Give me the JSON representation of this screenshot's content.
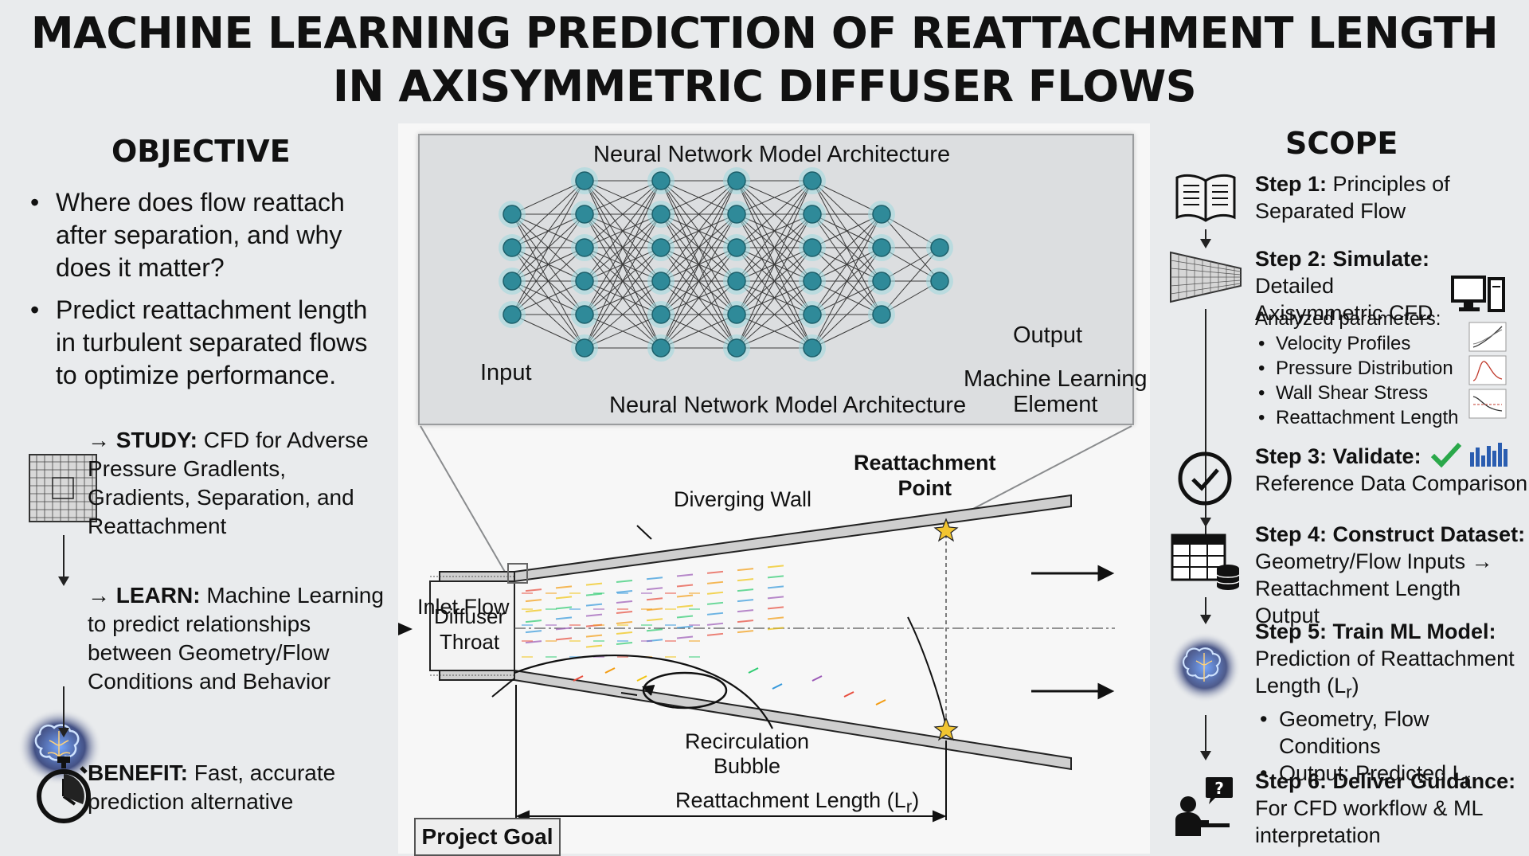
{
  "title": {
    "line1": "MACHINE LEARNING PREDICTION OF REATTACHMENT LENGTH",
    "line2": "IN AXISYMMETRIC DIFFUSER FLOWS"
  },
  "objective": {
    "heading": "OBJECTIVE",
    "bullets": [
      "Where does flow reattach after separation, and why does it matter?",
      "Predict reattachment length in turbulent separated flows to optimize performance."
    ],
    "stages": [
      {
        "label": "STUDY:",
        "text": "CFD for Adverse Pressure Gradlents, Gradients, Separation, and Reattachment",
        "arrow": "→"
      },
      {
        "label": "LEARN:",
        "text": "Machine Learning to predict relationships between Geometry/Flow Conditions and Behavior",
        "arrow": "→"
      },
      {
        "label": "BENEFIT:",
        "text": "Fast, accurate prediction alternative"
      }
    ],
    "icons": [
      "cfd-mesh-icon",
      "brain-icon",
      "stopwatch-icon"
    ]
  },
  "neural_network": {
    "title": "Neural Network Model Architecture",
    "caption": "Neural Network Model Architecture",
    "input_label": "Input",
    "output_label": "Output",
    "ml_element_line1": "Machine Learning",
    "ml_element_line2": "Element",
    "layer_sizes": [
      4,
      6,
      6,
      6,
      6,
      4,
      2
    ]
  },
  "diffuser": {
    "inlet_flow": "Inlet Flow",
    "throat_line1": "Diffuser",
    "throat_line2": "Throat",
    "diverging_wall": "Diverging Wall",
    "reattach_line1": "Reattachment",
    "reattach_line2": "Point",
    "recirc_line1": "Recirculation",
    "recirc_line2": "Bubble",
    "reattach_length_prefix": "Reattachment Length (L",
    "reattach_length_sub": "r",
    "reattach_length_suffix": ")",
    "project_goal": "Project Goal"
  },
  "scope": {
    "heading": "SCOPE",
    "steps": [
      {
        "label": "Step 1:",
        "text": "Principles of Separated Flow",
        "icon": "book-icon"
      },
      {
        "label": "Step 2: Simulate:",
        "text": "Detailed Axisymmetric CFD",
        "icon": "mesh-icon",
        "params_heading": "Analyzed parameters:",
        "params": [
          "Velocity Profiles",
          "Pressure Distribution",
          "Wall Shear Stress",
          "Reattachment Length"
        ]
      },
      {
        "label": "Step 3: Validate:",
        "text": "Reference Data Comparison",
        "icon": "checkmark-circle-icon"
      },
      {
        "label": "Step 4: Construct Dataset:",
        "text": "Geometry/Flow Inputs → Reattachment Length Output",
        "icon": "database-icon"
      },
      {
        "label": "Step 5: Train ML Model:",
        "text_prefix": "Prediction of Reattachment Length (L",
        "text_sub": "r",
        "text_suffix": ")",
        "icon": "brain-icon",
        "bullets": [
          "Geometry, Flow Conditions",
          "Output: Predicted L"
        ],
        "bullet_sub": "r"
      },
      {
        "label": "Step 6: Deliver Guidance:",
        "text": "For CFD workflow & ML interpretation",
        "icon": "presenter-icon"
      }
    ]
  },
  "colors": {
    "background": "#e9ebed",
    "panel": "#f7f7f7",
    "nn_box": "#dcdee0",
    "node": "#2f8a99",
    "check_green": "#2aa84a",
    "star": "#f2c531"
  }
}
